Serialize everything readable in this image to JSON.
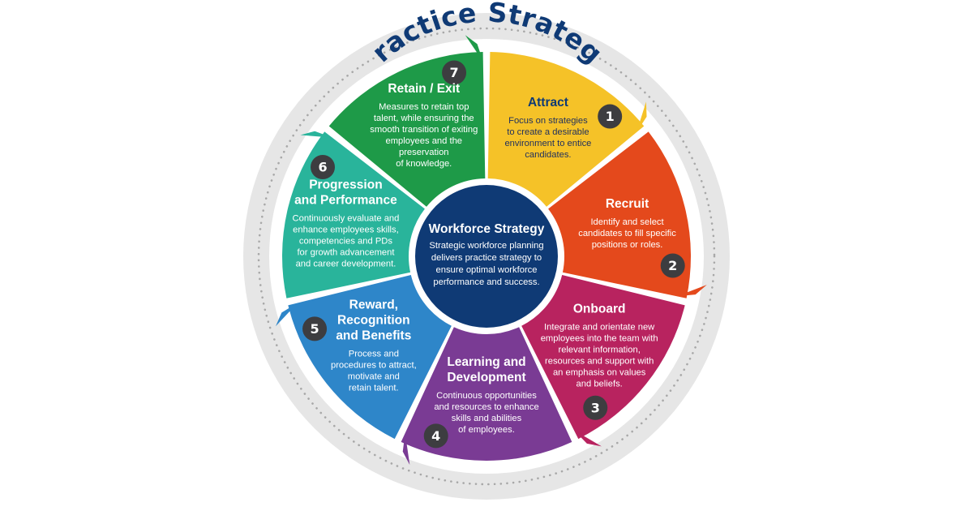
{
  "diagram": {
    "title": "Practice Strategy",
    "center": {
      "title": "Workforce Strategy",
      "description_lines": [
        "Strategic workforce planning",
        "delivers practice strategy to",
        "ensure optimal workforce",
        "performance and success."
      ],
      "color": "#0f3a75"
    },
    "colors": {
      "outer_ring": "#e6e6e6",
      "dots": "#a8a8a8",
      "number_badge": "#3d3d40",
      "title_text": "#0f3a75",
      "attract_title": "#0f3a75",
      "attract_desc": "#1f2f5e"
    },
    "segments": [
      {
        "number": "1",
        "title_lines": [
          "Attract"
        ],
        "description_lines": [
          "Focus on strategies",
          "to create a desirable",
          "environment to entice",
          "candidates."
        ],
        "color": "#f5c228"
      },
      {
        "number": "2",
        "title_lines": [
          "Recruit"
        ],
        "description_lines": [
          "Identify and select",
          "candidates to fill specific",
          "positions or roles."
        ],
        "color": "#e4491c"
      },
      {
        "number": "3",
        "title_lines": [
          "Onboard"
        ],
        "description_lines": [
          "Integrate and orientate new",
          "employees into the team with",
          "relevant information,",
          "resources and support with",
          "an emphasis on values",
          "and beliefs."
        ],
        "color": "#b8235f"
      },
      {
        "number": "4",
        "title_lines": [
          "Learning and",
          "Development"
        ],
        "description_lines": [
          "Continuous opportunities",
          "and resources to enhance",
          "skills and abilities",
          "of employees."
        ],
        "color": "#7a3b94"
      },
      {
        "number": "5",
        "title_lines": [
          "Reward,",
          "Recognition",
          "and Benefits"
        ],
        "description_lines": [
          "Process and",
          "procedures to attract,",
          "motivate and",
          "retain talent."
        ],
        "color": "#2e86c9"
      },
      {
        "number": "6",
        "title_lines": [
          "Progression",
          "and Performance"
        ],
        "description_lines": [
          "Continuously evaluate and",
          "enhance employees skills,",
          "competencies and PDs",
          "for growth advancement",
          "and career development."
        ],
        "color": "#29b49b"
      },
      {
        "number": "7",
        "title_lines": [
          "Retain / Exit"
        ],
        "description_lines": [
          "Measures to retain top",
          "talent, while ensuring the",
          "smooth transition of exiting",
          "employees and the",
          "preservation",
          "of knowledge."
        ],
        "color": "#1e9a48"
      }
    ]
  }
}
